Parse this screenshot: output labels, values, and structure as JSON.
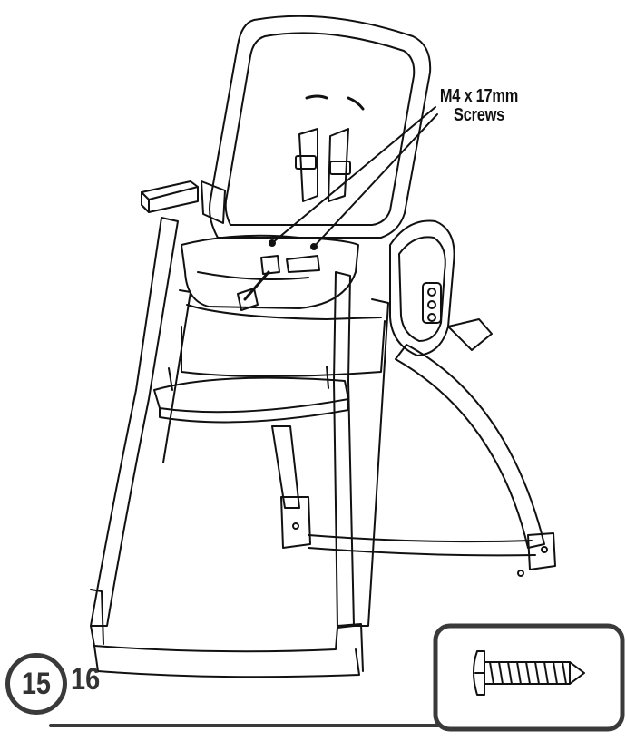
{
  "figure": {
    "callout": {
      "line1": "M4 x 17mm",
      "line2": "Screws"
    },
    "steps": {
      "current": "15",
      "next": "16"
    },
    "parts_box": {
      "icon": "screw-icon"
    },
    "colors": {
      "line": "#111111",
      "badge_ring": "#3a3a3a"
    }
  }
}
